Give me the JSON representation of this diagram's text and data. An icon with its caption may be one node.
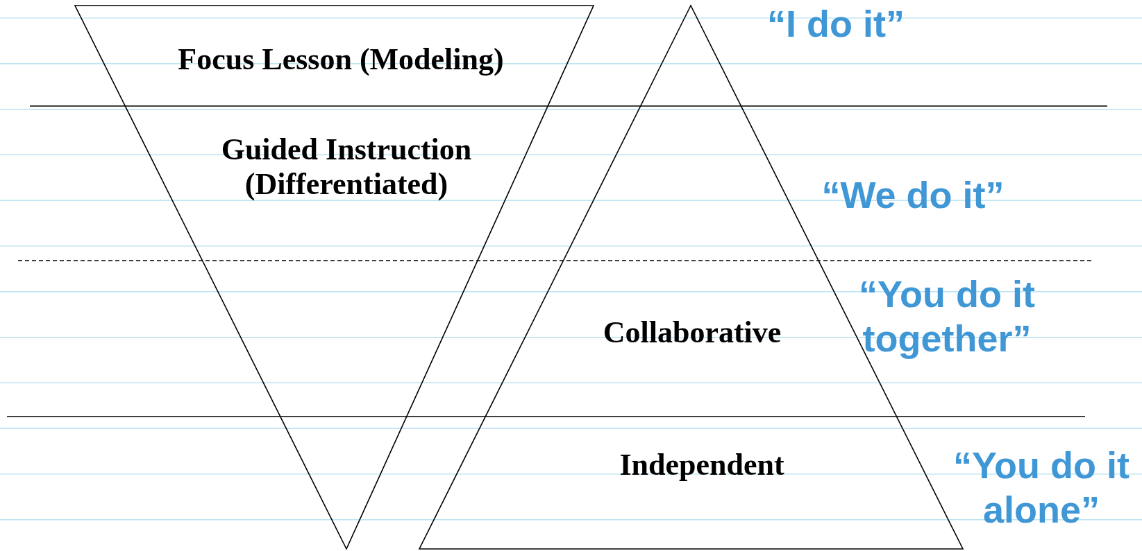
{
  "diagram": {
    "nodes": [
      {
        "text": [
          "Focus Lesson (Modeling)",
          "Guided Instruction (Differentiated)"
        ]
      },
      {
        "text": [
          "Collaborative",
          "Independent"
        ]
      }
    ],
    "labels": [
      "“I do it”",
      "“We do it”",
      "“You do it together”",
      "“You do it alone”"
    ]
  }
}
